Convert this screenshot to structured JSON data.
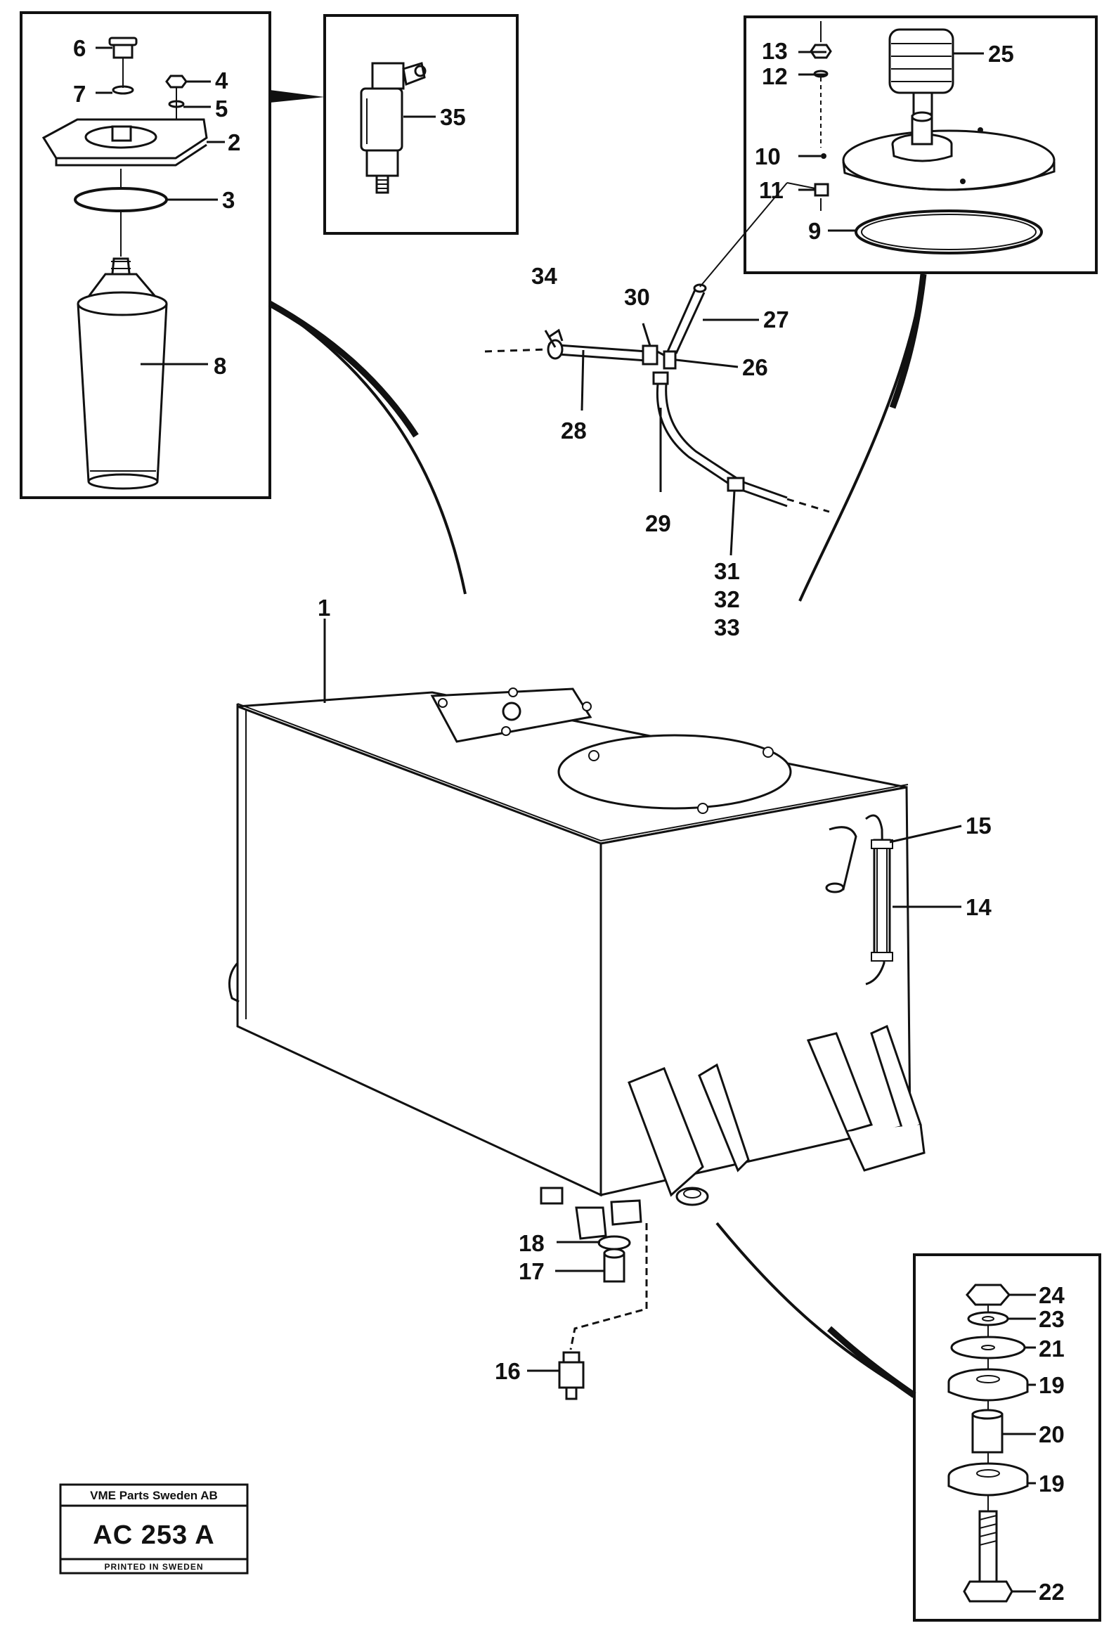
{
  "labels": {
    "p1": "1",
    "p2": "2",
    "p3": "3",
    "p4": "4",
    "p5": "5",
    "p6": "6",
    "p7": "7",
    "p8": "8",
    "p9": "9",
    "p10": "10",
    "p11": "11",
    "p12": "12",
    "p13": "13",
    "p14": "14",
    "p15": "15",
    "p16": "16",
    "p17": "17",
    "p18": "18",
    "p19a": "19",
    "p19b": "19",
    "p20": "20",
    "p21": "21",
    "p22": "22",
    "p23": "23",
    "p24": "24",
    "p25": "25",
    "p26": "26",
    "p27": "27",
    "p28": "28",
    "p29": "29",
    "p30": "30",
    "p31": "31",
    "p32": "32",
    "p33": "33",
    "p34": "34",
    "p35": "35"
  },
  "stamp": {
    "company": "VME Parts Sweden AB",
    "code": "AC 253 A",
    "printed": "PRINTED IN SWEDEN"
  }
}
